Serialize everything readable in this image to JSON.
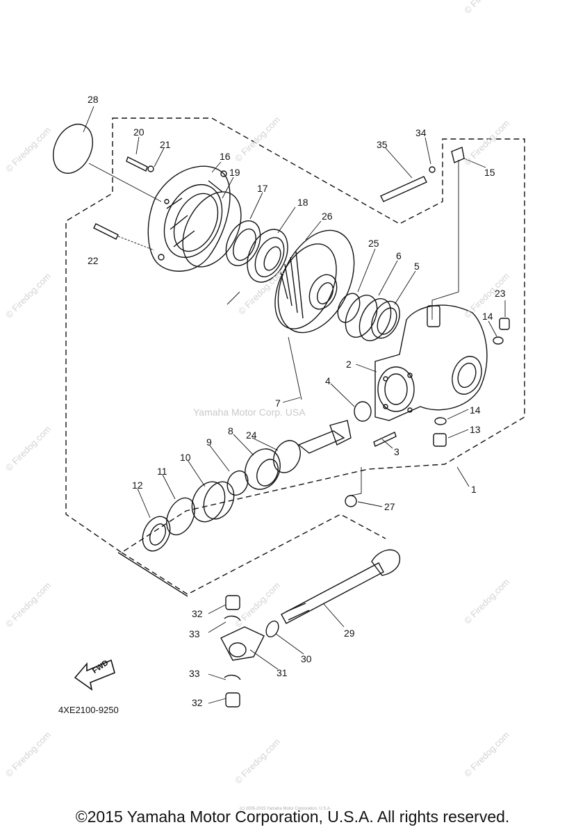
{
  "callouts": [
    "1",
    "2",
    "3",
    "4",
    "5",
    "6",
    "7",
    "8",
    "9",
    "10",
    "11",
    "12",
    "13",
    "14",
    "14",
    "15",
    "16",
    "17",
    "18",
    "19",
    "20",
    "21",
    "22",
    "23",
    "24",
    "25",
    "26",
    "27",
    "28",
    "29",
    "30",
    "31",
    "32",
    "32",
    "33",
    "33",
    "34",
    "35"
  ],
  "fwd_label": "FWD",
  "part_code": "4XE2100-9250",
  "center_watermark": "Yamaha Motor Corp. USA",
  "watermark_text": "© Firedog.com",
  "tiny_copyright": "(c) 2005-2015 Yamaha Motor Corporation, U.S.A.",
  "copyright": "©2015 Yamaha Motor Corporation, U.S.A. All rights reserved."
}
